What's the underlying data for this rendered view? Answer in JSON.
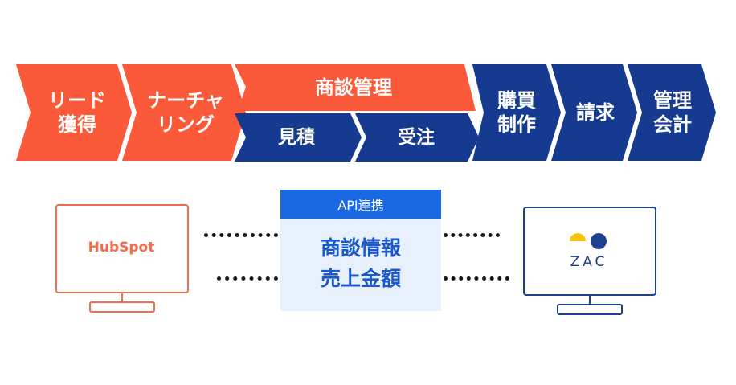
{
  "flow": {
    "stages": [
      {
        "id": "lead",
        "label": "リード\n獲得",
        "color": "#fb5a3a"
      },
      {
        "id": "nurturing",
        "label": "ナーチャ\nリング",
        "color": "#fb5a3a"
      },
      {
        "id": "negotiation",
        "label": "商談管理",
        "color": "#fb5a3a"
      },
      {
        "id": "estimate",
        "label": "見積",
        "color": "#153a8f"
      },
      {
        "id": "order",
        "label": "受注",
        "color": "#153a8f"
      },
      {
        "id": "purchase",
        "label": "購買\n制作",
        "color": "#153a8f"
      },
      {
        "id": "billing",
        "label": "請求",
        "color": "#153a8f"
      },
      {
        "id": "accounting",
        "label": "管理\n会計",
        "color": "#153a8f"
      }
    ]
  },
  "integration": {
    "left_system": {
      "name": "HubSpot",
      "color": "#f26b4a"
    },
    "right_system": {
      "name": "ZAC",
      "color": "#1f3f8f",
      "logo_colors": [
        "#f7c600",
        "#1f3f8f"
      ]
    },
    "api_header": "API連携",
    "api_items": [
      "商談情報",
      "売上金額"
    ],
    "api_header_color": "#1b68e3",
    "api_bg_color": "#e8f0fc"
  }
}
